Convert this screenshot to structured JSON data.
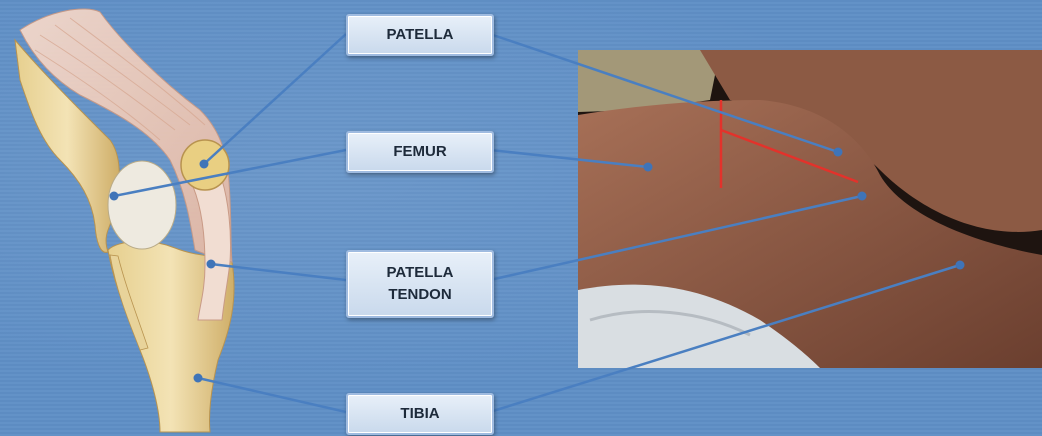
{
  "labels": {
    "patella": "PATELLA",
    "femur": "FEMUR",
    "patella_tendon": "PATELLA\nTENDON",
    "tibia": "TIBIA"
  },
  "colors": {
    "background": "#5f8fc6",
    "leader_line": "#4a7fc1",
    "marker": "#e3322b",
    "label_fill": "#dbe6f3"
  }
}
